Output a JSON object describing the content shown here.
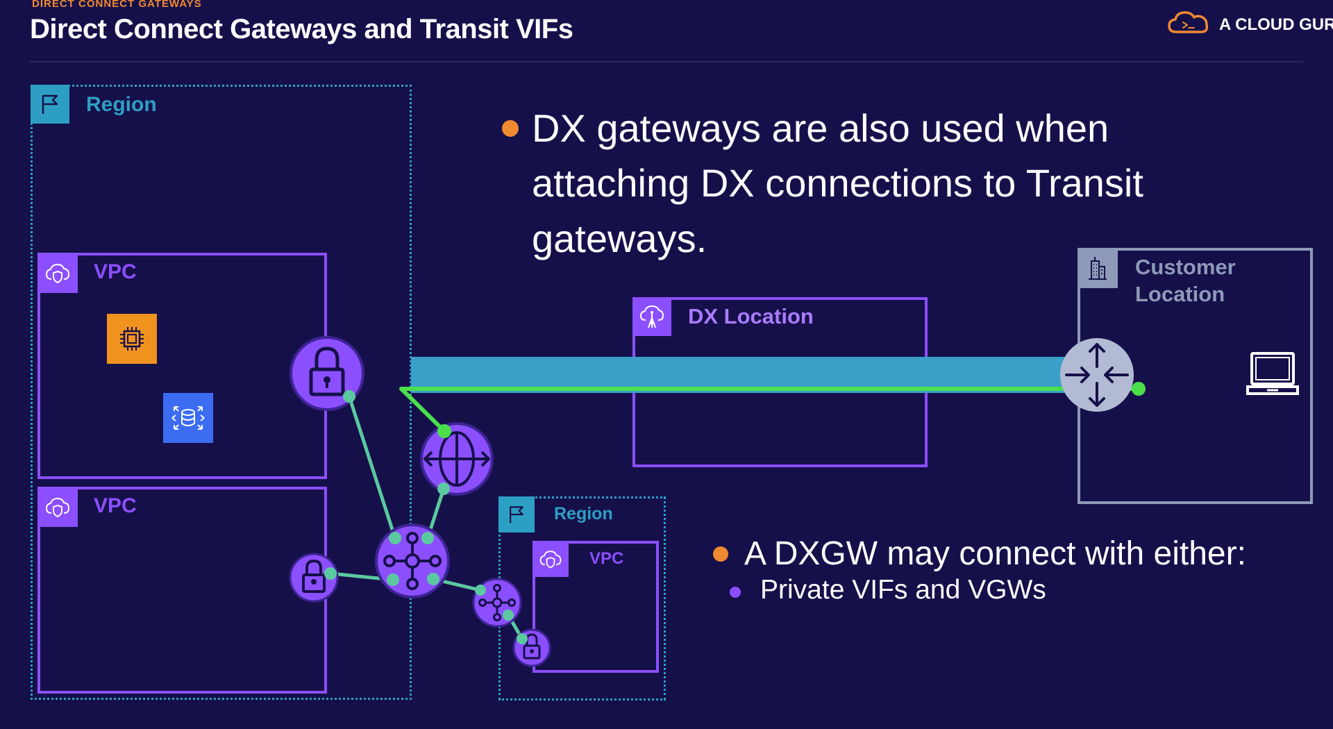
{
  "header": {
    "kicker": "DIRECT CONNECT GATEWAYS",
    "title": "Direct Connect Gateways and Transit VIFs",
    "brand": "A CLOUD GURU"
  },
  "diagram": {
    "region_main_label": "Region",
    "vpc_top_label": "VPC",
    "vpc_bottom_label": "VPC",
    "dx_location_label": "DX Location",
    "customer_location_label_line1": "Customer",
    "customer_location_label_line2": "Location",
    "region_small_label": "Region",
    "vpc_small_label": "VPC"
  },
  "bullets": {
    "main_line1": "DX gateways are also used when",
    "main_line2": "attaching DX connections to Transit",
    "main_line3": "gateways.",
    "second": "A DXGW may connect with either:",
    "sub": "Private VIFs and VGWs"
  },
  "colors": {
    "background": "#16104a",
    "accent_orange": "#f08a2f",
    "purple": "#8c4fff",
    "region_teal": "#2e9fc4",
    "cable_teal": "#3aa0c8",
    "link_green": "#4be04a",
    "link_mint": "#5bc9a0",
    "customer_gray": "#8e9ab8"
  }
}
